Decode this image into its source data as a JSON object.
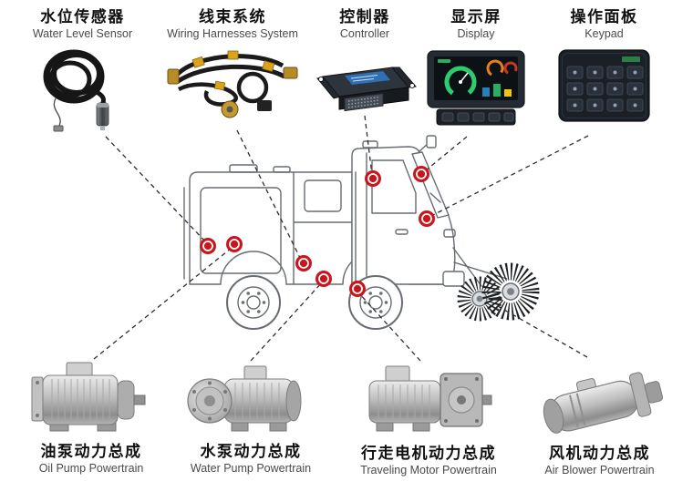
{
  "colors": {
    "marker_red": "#c9161d",
    "line_dark": "#2e2e2e",
    "harness_yellow": "#d9a31c",
    "display_green": "#2ecc71",
    "text_primary": "#111111",
    "text_secondary": "#4a4a4a"
  },
  "top_components": [
    {
      "zh": "水位传感器",
      "en": "Water Level Sensor",
      "icon": "coiled-cable-sensor-icon"
    },
    {
      "zh": "线束系统",
      "en": "Wiring Harnesses System",
      "icon": "wiring-harness-icon"
    },
    {
      "zh": "控制器",
      "en": "Controller",
      "icon": "controller-box-icon"
    },
    {
      "zh": "显示屏",
      "en": "Display",
      "icon": "display-screen-icon"
    },
    {
      "zh": "操作面板",
      "en": "Keypad",
      "icon": "keypad-panel-icon"
    }
  ],
  "bottom_components": [
    {
      "zh": "油泵动力总成",
      "en": "Oil Pump Powertrain",
      "icon": "oil-pump-motor-icon"
    },
    {
      "zh": "水泵动力总成",
      "en": "Water Pump Powertrain",
      "icon": "water-pump-motor-icon"
    },
    {
      "zh": "行走电机动力总成",
      "en": "Traveling Motor Powertrain",
      "icon": "traveling-motor-icon"
    },
    {
      "zh": "风机动力总成",
      "en": "Air Blower Powertrain",
      "icon": "air-blower-motor-icon"
    }
  ],
  "vehicle": {
    "name": "electric road sweeper",
    "marker_count": 8
  }
}
